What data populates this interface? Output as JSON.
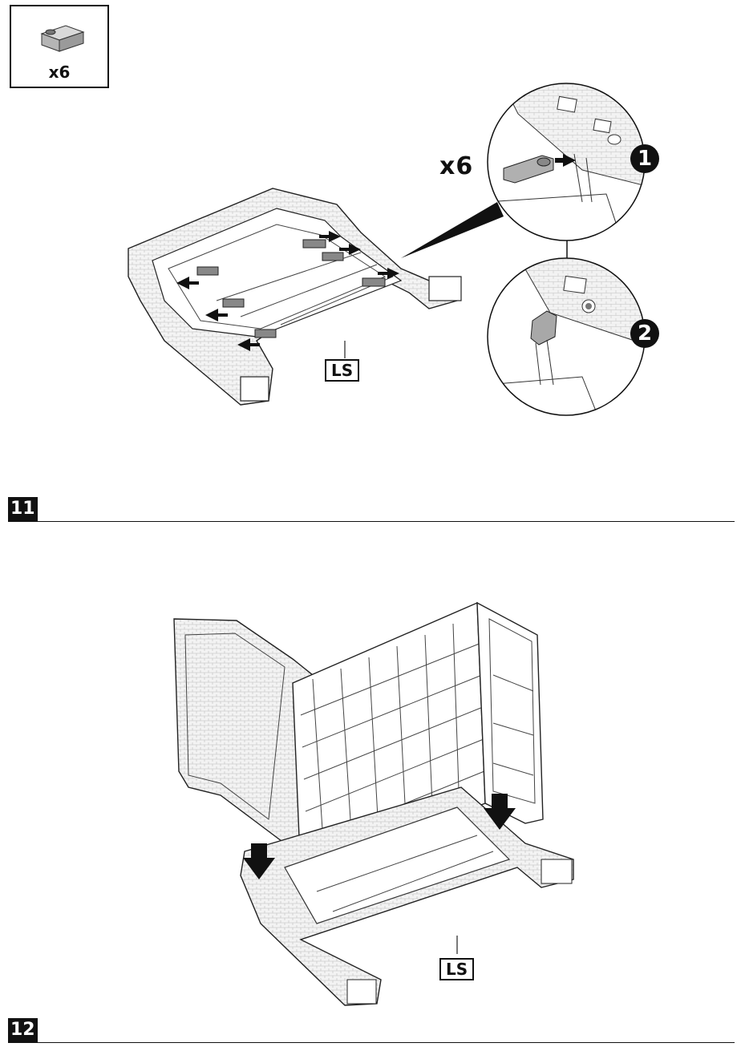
{
  "part_box": {
    "quantity": "x6",
    "icon": "connector-clip-icon"
  },
  "step_upper": {
    "quantity_label": "x6",
    "detail_1_number": "1",
    "detail_2_number": "2",
    "tag": "LS"
  },
  "step_11": {
    "number": "11"
  },
  "step_lower": {
    "tag": "LS"
  },
  "step_12": {
    "number": "12"
  }
}
